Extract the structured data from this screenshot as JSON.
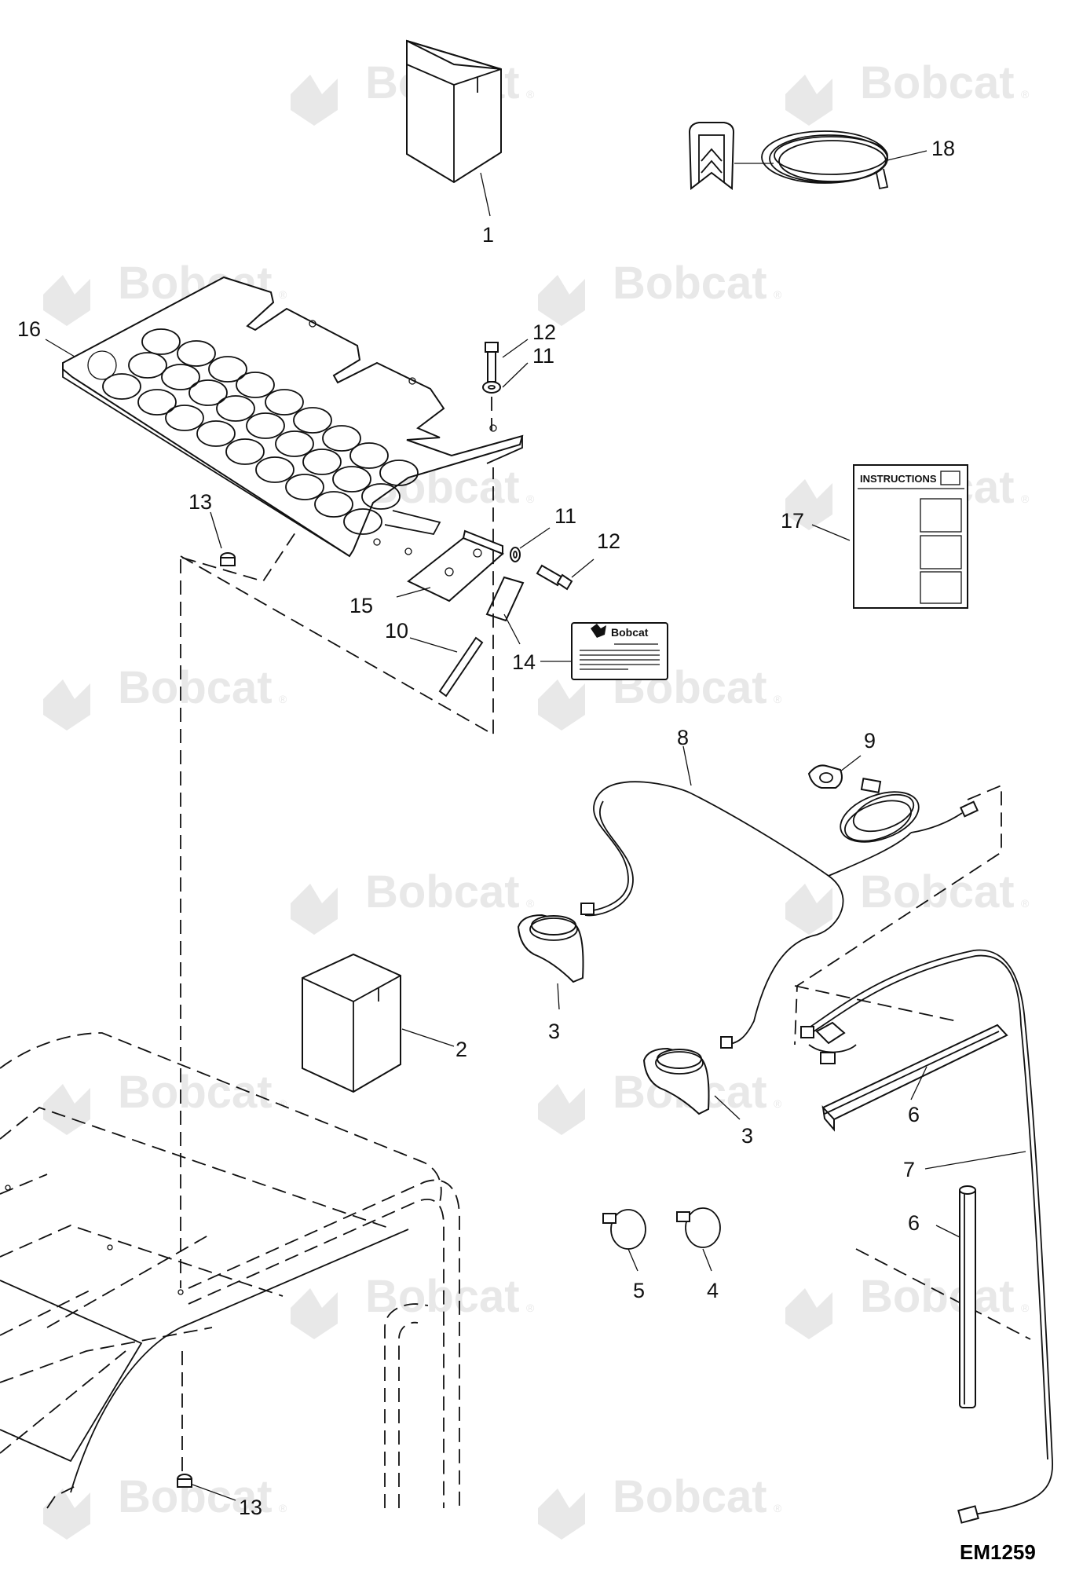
{
  "watermark": {
    "text": "Bobcat",
    "mark": "®"
  },
  "diagram_code": "EM1259",
  "instructions_sheet": {
    "heading": "INSTRUCTIONS"
  },
  "decal": {
    "brand": "Bobcat"
  },
  "callouts": {
    "c1": "1",
    "c2": "2",
    "c3a": "3",
    "c3b": "3",
    "c4": "4",
    "c5": "5",
    "c6a": "6",
    "c6b": "6",
    "c7": "7",
    "c8": "8",
    "c9": "9",
    "c10": "10",
    "c11a": "11",
    "c11b": "11",
    "c12a": "12",
    "c12b": "12",
    "c13a": "13",
    "c13b": "13",
    "c14": "14",
    "c15": "15",
    "c16": "16",
    "c17": "17",
    "c18": "18"
  }
}
